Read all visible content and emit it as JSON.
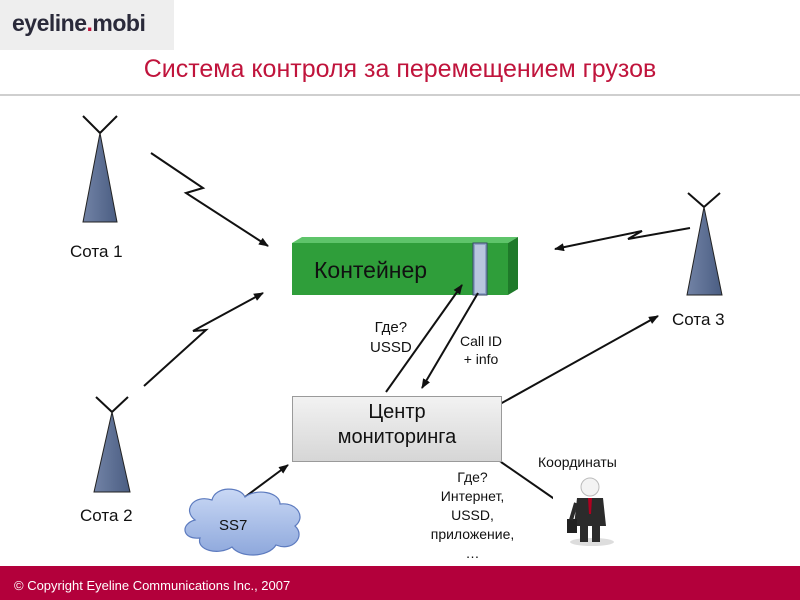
{
  "logo": {
    "brand": "eyeline",
    "dot": ".",
    "suffix": "mobi"
  },
  "title": "Система контроля за перемещением грузов",
  "diagram": {
    "cell1": "Сота 1",
    "cell2": "Сота 2",
    "cell3": "Сота 3",
    "container": "Контейнер",
    "query": {
      "line1": "Где?",
      "line2": "USSD"
    },
    "callid": {
      "line1": "Call ID",
      "line2": "+ info"
    },
    "center": {
      "line1": "Центр",
      "line2": "мониторинга"
    },
    "coordinates": "Координаты",
    "where_list": [
      "Где?",
      "Интернет,",
      "USSD,",
      "приложение,",
      "…"
    ],
    "ss7": "SS7"
  },
  "footer": {
    "copyright": "© Copyright Eyeline Communications Inc., 2007"
  },
  "colors": {
    "accent": "#c0143c",
    "footer": "#b3003b",
    "container_green": "#2f9e3a",
    "tower": "#5a6e93",
    "cloud": "#9bb3e0"
  },
  "icons": [
    "tower-icon",
    "cloud-icon",
    "person-icon",
    "prev-arrow-icon",
    "next-arrow-icon"
  ]
}
